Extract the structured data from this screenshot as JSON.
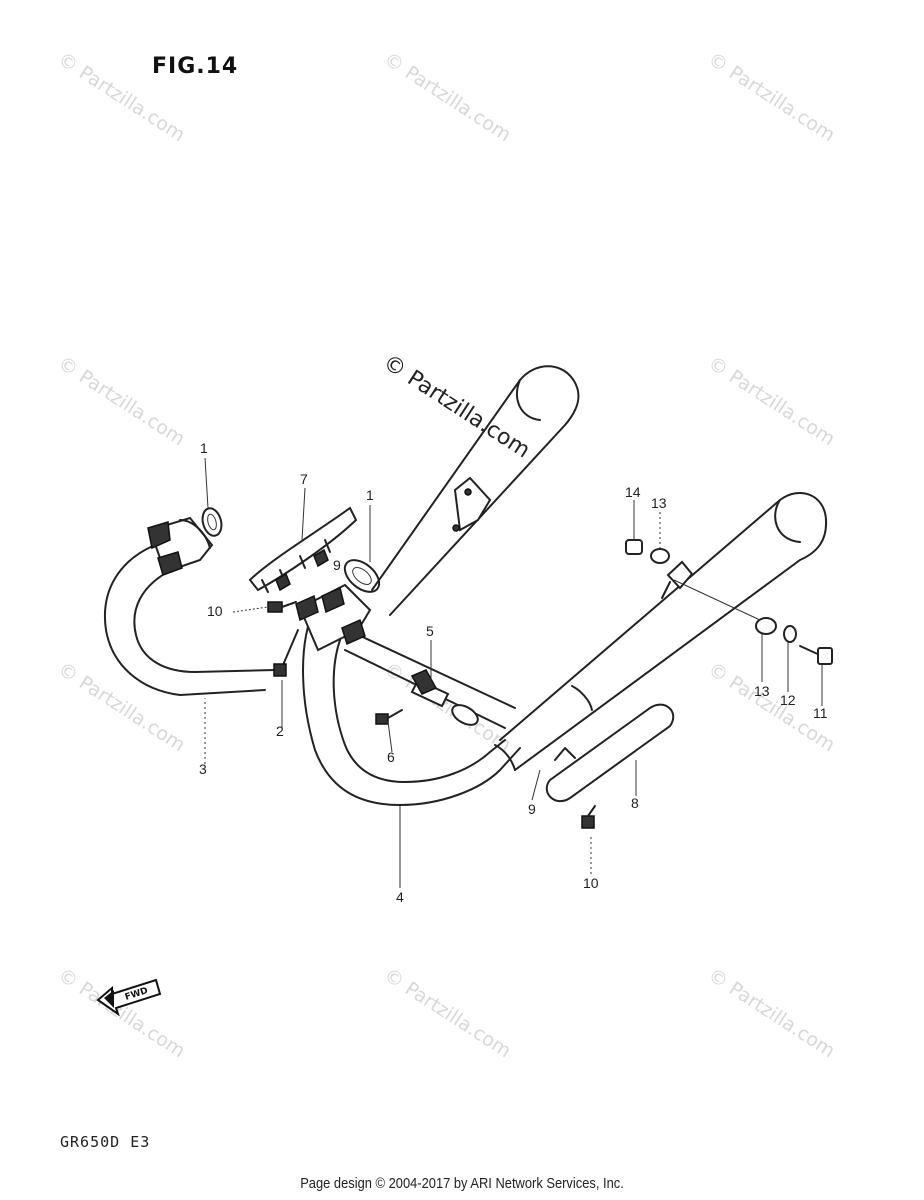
{
  "figure": {
    "title": "FIG.14",
    "model_code": "GR650D  E3",
    "footer": "Page design © 2004-2017 by ARI Network Services, Inc.",
    "center_watermark": "© Partzilla.com",
    "watermark_text": "© Partzilla.com",
    "fwd_label": "FWD"
  },
  "callouts": [
    {
      "label": "1"
    },
    {
      "label": "7"
    },
    {
      "label": "1"
    },
    {
      "label": "9"
    },
    {
      "label": "10"
    },
    {
      "label": "2"
    },
    {
      "label": "3"
    },
    {
      "label": "5"
    },
    {
      "label": "6"
    },
    {
      "label": "4"
    },
    {
      "label": "14"
    },
    {
      "label": "13"
    },
    {
      "label": "13"
    },
    {
      "label": "12"
    },
    {
      "label": "11"
    },
    {
      "label": "9"
    },
    {
      "label": "8"
    },
    {
      "label": "10"
    }
  ],
  "colors": {
    "line": "#222222",
    "watermark": "#d8d8d8"
  }
}
